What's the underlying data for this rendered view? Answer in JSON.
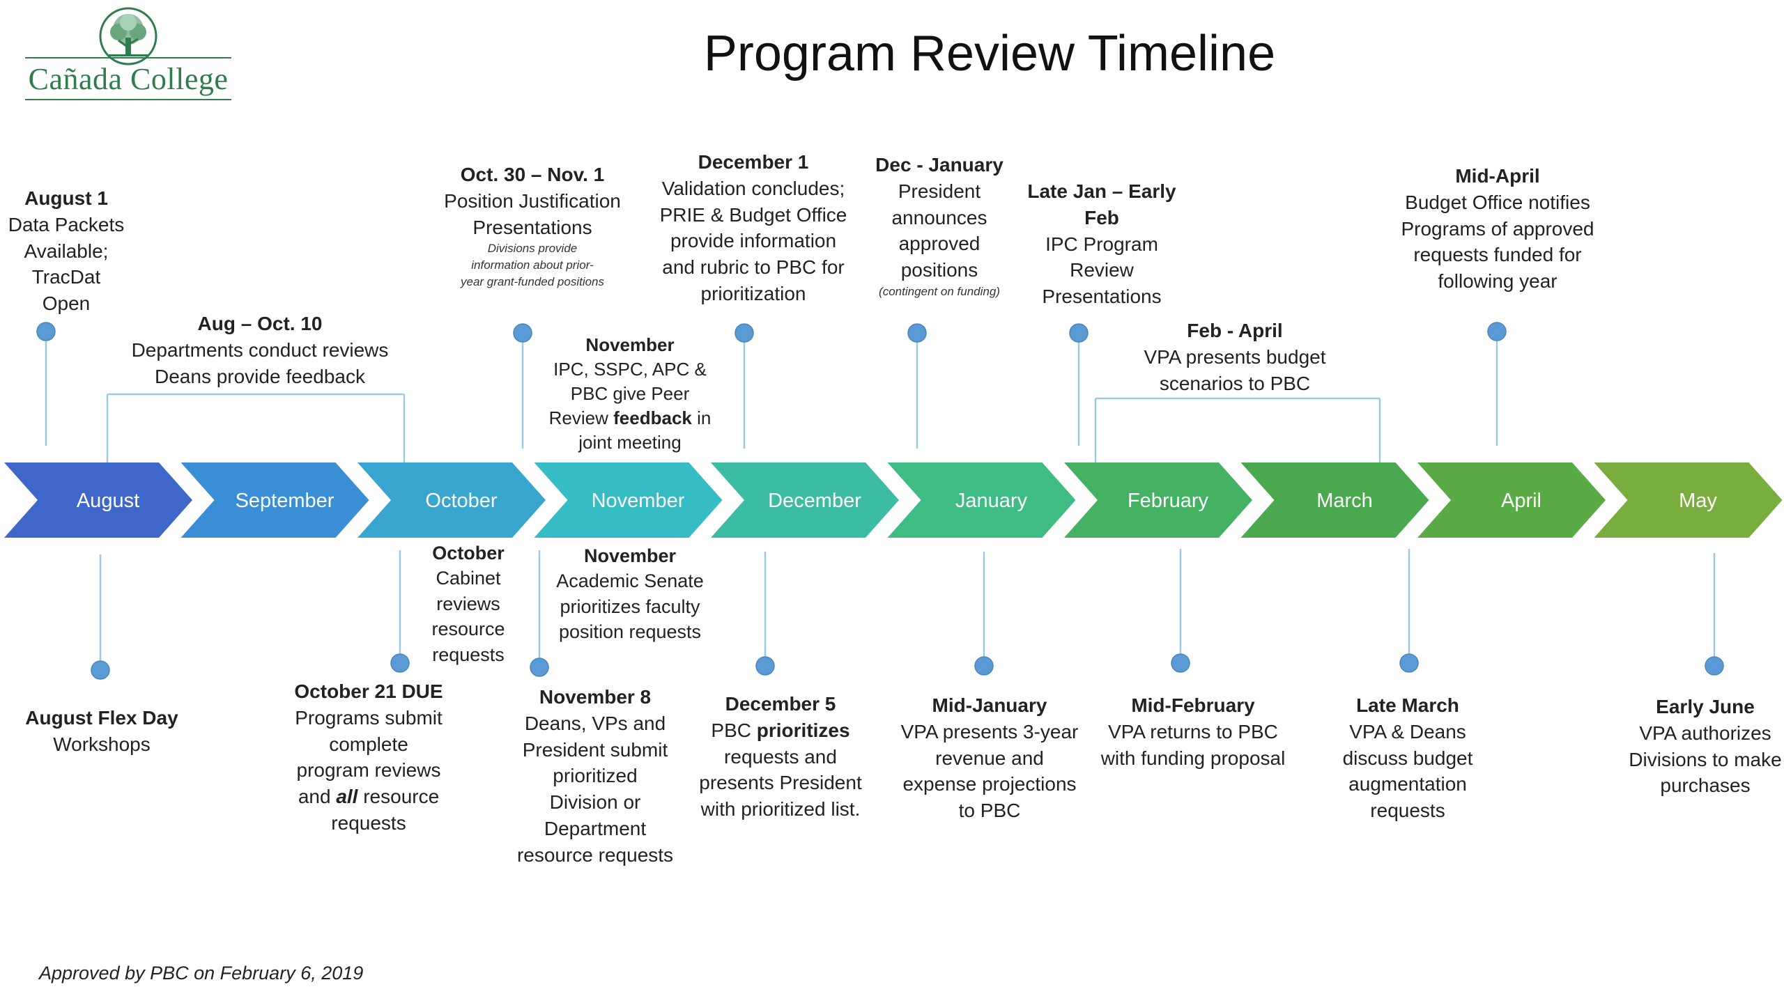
{
  "title": "Program Review Timeline",
  "logo": {
    "text": "Cañada College",
    "icon": "tree-icon"
  },
  "footer": "Approved by PBC on February 6, 2019",
  "colors": {
    "months": [
      "#3f67c9",
      "#3a8ed6",
      "#38a6cf",
      "#36bcc4",
      "#3cbda3",
      "#3fbb84",
      "#45b263",
      "#4aa84e",
      "#5aab45",
      "#79ad3e"
    ],
    "connector": "#9cc9e6",
    "dot": "#5b9bd5"
  },
  "months": [
    "August",
    "September",
    "October",
    "November",
    "December",
    "January",
    "February",
    "March",
    "April",
    "May"
  ],
  "top_events": [
    {
      "heading": "August 1",
      "lines": [
        "Data Packets",
        "Available;",
        "TracDat",
        "Open"
      ]
    },
    {
      "heading": "Aug – Oct. 10",
      "lines": [
        "Departments conduct reviews",
        "Deans provide feedback"
      ]
    },
    {
      "heading": "Oct. 30 – Nov. 1",
      "lines": [
        "Position Justification",
        "Presentations"
      ],
      "note": [
        "Divisions provide",
        "information about prior-",
        "year grant-funded positions"
      ]
    },
    {
      "heading": "November",
      "line_a": "IPC, SSPC, APC &",
      "line_b": "PBC give Peer",
      "line_c_pre": "Review ",
      "line_c_bold": "feedback",
      "line_c_post": " in",
      "line_d": "joint meeting"
    },
    {
      "heading": "December 1",
      "lines": [
        "Validation concludes;",
        "PRIE & Budget Office",
        "provide information",
        "and rubric to PBC for",
        "prioritization"
      ]
    },
    {
      "heading": "Dec - January",
      "lines": [
        "President",
        "announces",
        "approved",
        "positions"
      ],
      "note": [
        "(contingent on funding)"
      ]
    },
    {
      "heading": "Late Jan – Early Feb",
      "lines": [
        "IPC Program",
        "Review",
        "Presentations"
      ]
    },
    {
      "heading": "Feb - April",
      "lines": [
        "VPA presents budget",
        "scenarios to PBC"
      ]
    },
    {
      "heading": "Mid-April",
      "lines": [
        "Budget Office notifies",
        "Programs of approved",
        "requests funded for",
        "following year"
      ]
    }
  ],
  "bottom_events": [
    {
      "heading": "August Flex Day",
      "lines": [
        "Workshops"
      ]
    },
    {
      "heading": "October",
      "lines": [
        "Cabinet",
        "reviews",
        "resource",
        "requests"
      ]
    },
    {
      "heading": "October 21 DUE",
      "lines_a": [
        "Programs submit",
        "complete",
        "program reviews"
      ],
      "line_and": "and ",
      "line_all": "all",
      "line_res": " resource",
      "line_last": "requests"
    },
    {
      "heading": "November",
      "lines": [
        "Academic Senate",
        "prioritizes faculty",
        "position requests"
      ]
    },
    {
      "heading": "November 8",
      "lines": [
        "Deans, VPs and",
        "President submit",
        "prioritized",
        "Division or",
        "Department",
        "resource requests"
      ]
    },
    {
      "heading": "December 5",
      "pre": "PBC ",
      "bold": "prioritizes",
      "lines": [
        "requests and",
        "presents President",
        "with prioritized list."
      ]
    },
    {
      "heading": "Mid-January",
      "lines": [
        "VPA presents 3-year",
        "revenue and",
        "expense projections",
        "to PBC"
      ]
    },
    {
      "heading": "Mid-February",
      "lines": [
        "VPA returns to PBC",
        "with funding proposal"
      ]
    },
    {
      "heading": "Late March",
      "lines": [
        "VPA & Deans",
        "discuss budget",
        "augmentation",
        "requests"
      ]
    },
    {
      "heading": "Early June",
      "lines": [
        "VPA authorizes",
        "Divisions to make",
        "purchases"
      ]
    }
  ]
}
